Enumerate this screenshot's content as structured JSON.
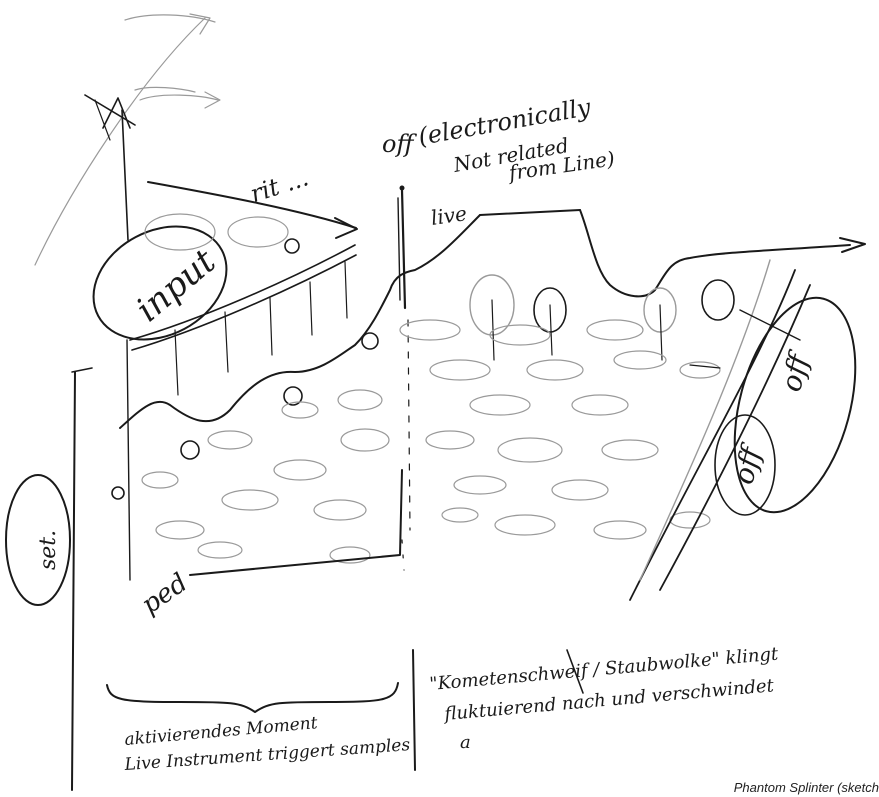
{
  "sketch": {
    "labels": {
      "input": "input",
      "rit": "rit ...",
      "off_top": "off",
      "electronically_line1": "(electronically",
      "electronically_line2": "Not related",
      "electronically_line3": "from Line)",
      "live": "live",
      "off_right_1": "off",
      "off_right_2": "off",
      "set": "set.",
      "ped": "ped",
      "left_note_line1": "aktivierendes Moment",
      "left_note_line2": "Live Instrument triggert samples",
      "right_note_line1": "\"Kometenschweif / Staubwolke\" klingt",
      "right_note_line2": "fluktuierend nach und verschwindet",
      "right_note_line3": "a"
    },
    "caption": "Phantom Splinter (sketch"
  }
}
